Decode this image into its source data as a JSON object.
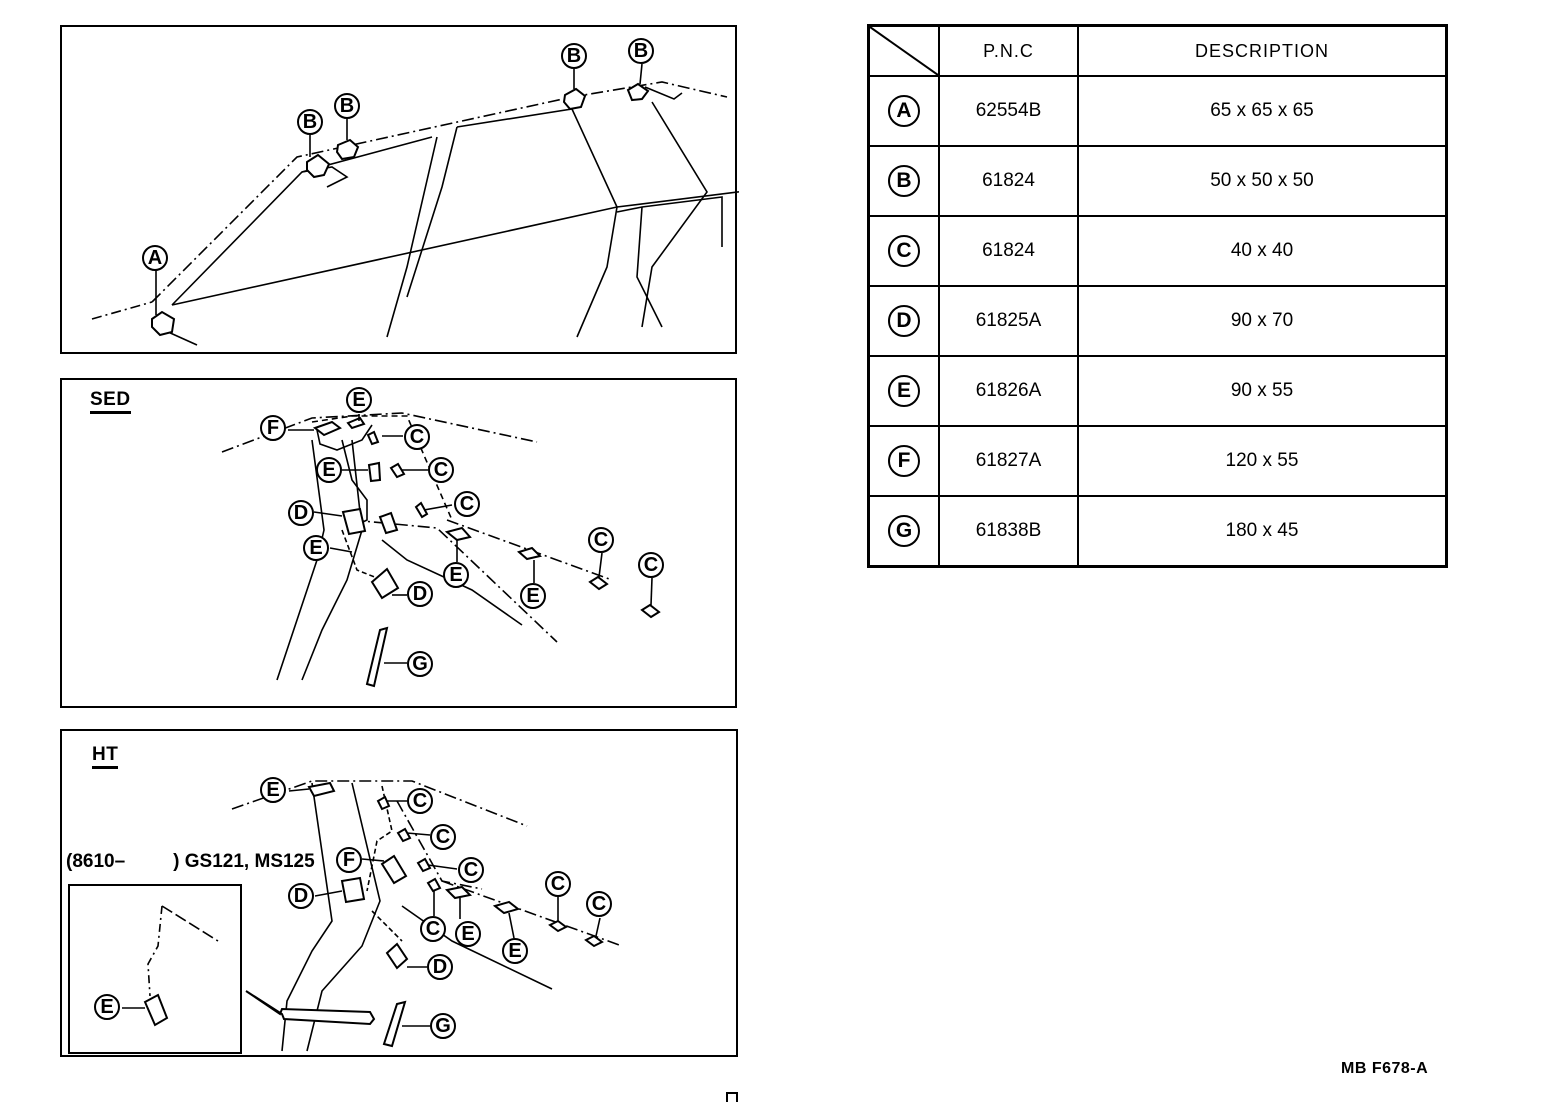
{
  "panels": {
    "sed_label": "SED",
    "ht_label": "HT",
    "variant_note": {
      "prefix": "(8610–",
      "suffix": ") GS121, MS125"
    }
  },
  "callouts": {
    "top": [
      "B",
      "B",
      "B",
      "B",
      "A"
    ],
    "sed": [
      "E",
      "F",
      "C",
      "E",
      "C",
      "C",
      "D",
      "E",
      "E",
      "E",
      "C",
      "C",
      "D",
      "G"
    ],
    "ht": [
      "E",
      "C",
      "C",
      "F",
      "C",
      "D",
      "C",
      "E",
      "E",
      "C",
      "C",
      "D",
      "G",
      "E"
    ]
  },
  "table": {
    "headers": {
      "pnc": "P.N.C",
      "description": "DESCRIPTION"
    },
    "rows": [
      {
        "key": "A",
        "pnc": "62554B",
        "description": "65 x 65 x 65"
      },
      {
        "key": "B",
        "pnc": "61824",
        "description": "50 x 50 x 50"
      },
      {
        "key": "C",
        "pnc": "61824",
        "description": "40 x 40"
      },
      {
        "key": "D",
        "pnc": "61825A",
        "description": "90 x 70"
      },
      {
        "key": "E",
        "pnc": "61826A",
        "description": "90 x 55"
      },
      {
        "key": "F",
        "pnc": "61827A",
        "description": "120 x 55"
      },
      {
        "key": "G",
        "pnc": "61838B",
        "description": "180 x 45"
      }
    ]
  },
  "footer": {
    "drawing_code": "MB  F678-A"
  }
}
